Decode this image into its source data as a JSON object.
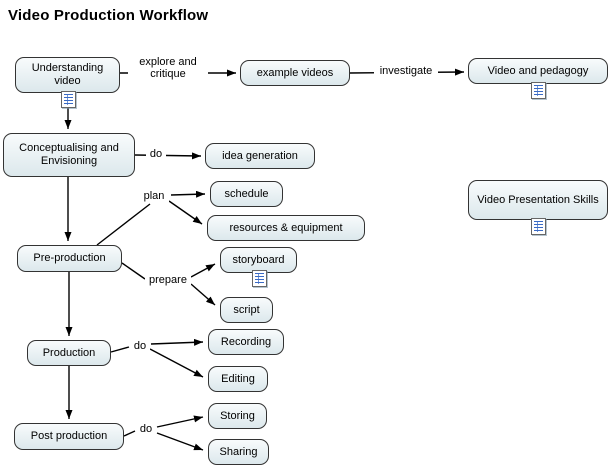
{
  "title": "Video Production Workflow",
  "colors": {
    "node_fill": "#dce8ec",
    "node_fill_top": "#f8fbfc",
    "node_border": "#333333",
    "arrow": "#000000",
    "canvas_bg": "#ffffff",
    "icon_accent": "#3a6bc6"
  },
  "icons": {
    "resource": "resource-icon"
  },
  "nodes": {
    "understanding_video": {
      "label": "Understanding video",
      "has_resource_icon": true
    },
    "example_videos": {
      "label": "example videos",
      "has_resource_icon": false
    },
    "video_and_pedagogy": {
      "label": "Video and pedagogy",
      "has_resource_icon": true
    },
    "conceptualising_envisioning": {
      "label": "Conceptualising and Envisioning",
      "has_resource_icon": false
    },
    "idea_generation": {
      "label": "idea generation",
      "has_resource_icon": false
    },
    "schedule": {
      "label": "schedule",
      "has_resource_icon": false
    },
    "resources_equipment": {
      "label": "resources & equipment",
      "has_resource_icon": false
    },
    "video_presentation_skills": {
      "label": "Video Presentation Skills",
      "has_resource_icon": true
    },
    "pre_production": {
      "label": "Pre-production",
      "has_resource_icon": false
    },
    "storyboard": {
      "label": "storyboard",
      "has_resource_icon": true
    },
    "script": {
      "label": "script",
      "has_resource_icon": false
    },
    "production": {
      "label": "Production",
      "has_resource_icon": false
    },
    "recording": {
      "label": "Recording",
      "has_resource_icon": false
    },
    "editing": {
      "label": "Editing",
      "has_resource_icon": false
    },
    "post_production": {
      "label": "Post production",
      "has_resource_icon": false
    },
    "storing": {
      "label": "Storing",
      "has_resource_icon": false
    },
    "sharing": {
      "label": "Sharing",
      "has_resource_icon": false
    }
  },
  "edge_labels": {
    "explore_and_critique": "explore and critique",
    "investigate": "investigate",
    "do_idea": "do",
    "plan": "plan",
    "prepare": "prepare",
    "do_production": "do",
    "do_post": "do"
  },
  "edges": [
    {
      "from": "Understanding video",
      "label": "explore and critique",
      "to": "example videos"
    },
    {
      "from": "example videos",
      "label": "investigate",
      "to": "Video and pedagogy"
    },
    {
      "from": "Understanding video",
      "label": "",
      "to": "Conceptualising and Envisioning"
    },
    {
      "from": "Conceptualising and Envisioning",
      "label": "do",
      "to": "idea generation"
    },
    {
      "from": "Conceptualising and Envisioning",
      "label": "",
      "to": "Pre-production"
    },
    {
      "from": "Pre-production",
      "label": "plan",
      "to": "schedule"
    },
    {
      "from": "Pre-production",
      "label": "plan",
      "to": "resources & equipment"
    },
    {
      "from": "Pre-production",
      "label": "prepare",
      "to": "storyboard"
    },
    {
      "from": "Pre-production",
      "label": "prepare",
      "to": "script"
    },
    {
      "from": "Pre-production",
      "label": "",
      "to": "Production"
    },
    {
      "from": "Production",
      "label": "do",
      "to": "Recording"
    },
    {
      "from": "Production",
      "label": "do",
      "to": "Editing"
    },
    {
      "from": "Production",
      "label": "",
      "to": "Post production"
    },
    {
      "from": "Post production",
      "label": "do",
      "to": "Storing"
    },
    {
      "from": "Post production",
      "label": "do",
      "to": "Sharing"
    }
  ]
}
